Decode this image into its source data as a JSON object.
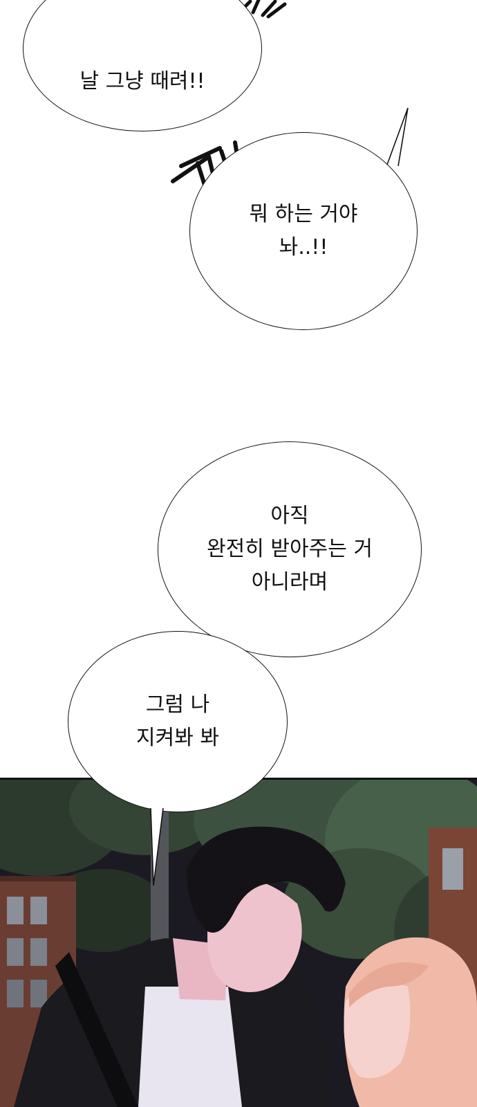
{
  "bubbles": [
    {
      "lines": [
        "날 그냥 때려!!"
      ]
    },
    {
      "lines": [
        "뭐 하는 거야",
        "놔..!!"
      ]
    },
    {
      "lines": [
        "아직",
        "완전히 받아주는 거",
        "아니라며"
      ]
    },
    {
      "lines": [
        "그럼 나",
        "지켜봐 봐"
      ]
    }
  ],
  "colors": {
    "ink": "#111111",
    "paper": "#ffffff",
    "night_sky": "#1b1a22",
    "foliage_dark": "#1f2a22",
    "foliage_mid": "#3a4c3a",
    "hair_dark": "#141217",
    "skin": "#f2c6c8",
    "hair_pink": "#f0b9a8"
  }
}
